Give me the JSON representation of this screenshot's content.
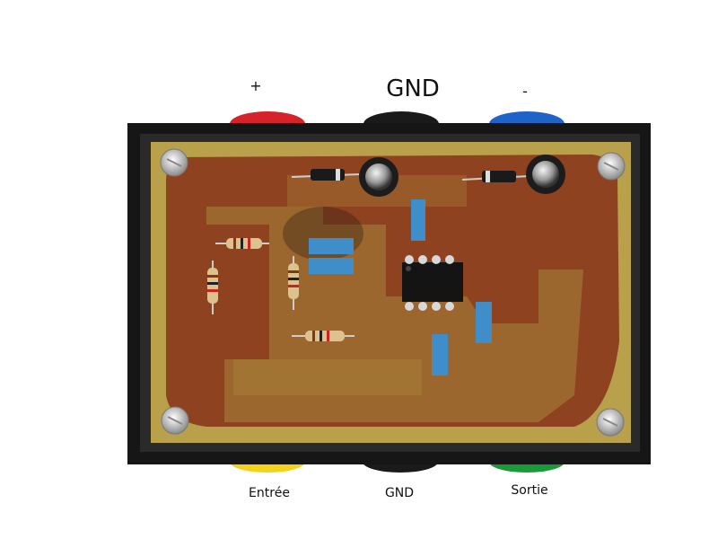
{
  "labels": {
    "top_plus": "+",
    "top_gnd": "GND",
    "top_minus": "-",
    "bottom_input": "Entrée",
    "bottom_gnd": "GND",
    "bottom_output": "Sortie"
  },
  "connectors": {
    "top": [
      {
        "name": "plus-terminal",
        "color": "#d8222a"
      },
      {
        "name": "gnd-terminal-top",
        "color": "#1a1a1a"
      },
      {
        "name": "minus-terminal",
        "color": "#1f63c9"
      }
    ],
    "bottom": [
      {
        "name": "input-terminal",
        "color": "#f4d21a"
      },
      {
        "name": "gnd-terminal-bottom",
        "color": "#1a1a1a"
      },
      {
        "name": "output-terminal",
        "color": "#1b9a3a"
      }
    ]
  },
  "colors": {
    "enclosure": "#161616",
    "pcb": "#b8a14a",
    "copper": "#8b3a1c",
    "trimmer": "#3f8ec9"
  }
}
